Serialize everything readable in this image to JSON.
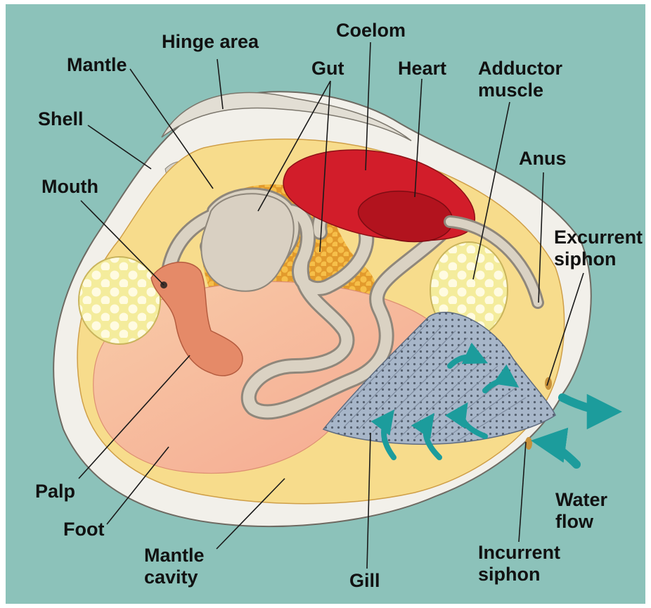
{
  "diagram": {
    "labels": {
      "hinge_area": "Hinge area",
      "coelom": "Coelom",
      "mantle": "Mantle",
      "gut": "Gut",
      "heart": "Heart",
      "adductor_muscle": [
        "Adductor",
        "muscle"
      ],
      "shell": "Shell",
      "anus": "Anus",
      "mouth": "Mouth",
      "excurrent_siphon": [
        "Excurrent",
        "siphon"
      ],
      "palp": "Palp",
      "foot": "Foot",
      "water_flow": [
        "Water",
        "flow"
      ],
      "mantle_cavity": [
        "Mantle",
        "cavity"
      ],
      "gill": "Gill",
      "incurrent_siphon": [
        "Incurrent",
        "siphon"
      ]
    },
    "colors": {
      "background": "#8cc2ba",
      "shell": "#f2f0ea",
      "mantle": "#f7dc8c",
      "heart": "#d4202c",
      "gut": "#d8cfc0",
      "gonad": "#e8a334",
      "foot": "#f7bc98",
      "palp": "#e58a68",
      "adductor": "#fbf5bc",
      "gill": "#a9b8cc",
      "water_arrow": "#1c9c9c",
      "label_text": "#111111"
    }
  }
}
